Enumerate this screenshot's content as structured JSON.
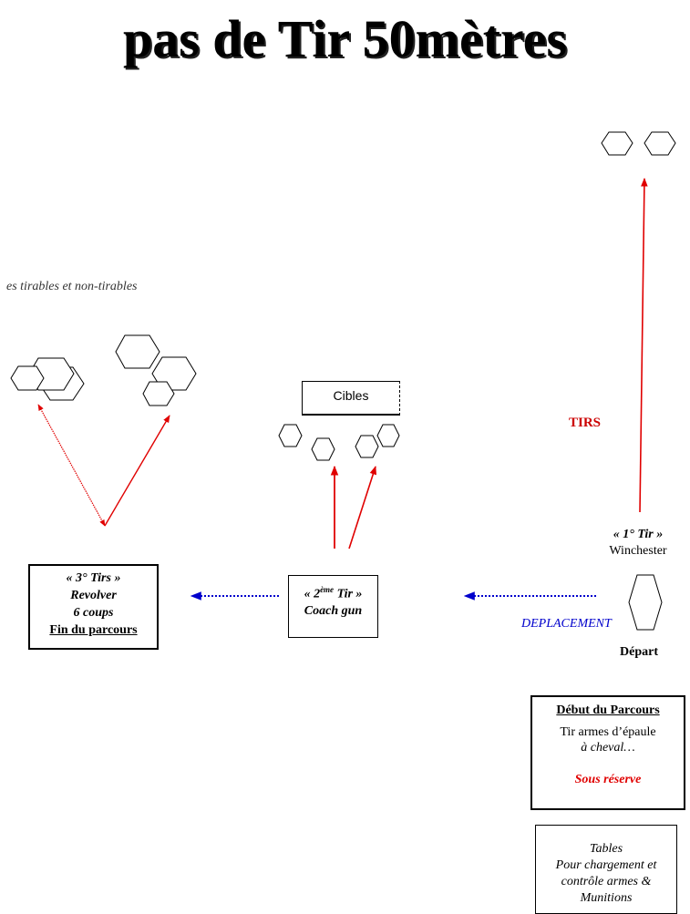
{
  "title": "pas de Tir 50mètres",
  "targets_note": "es tirables et non-tirables",
  "cibles_label": "Cibles",
  "tirs_label": "TIRS",
  "first_shot": {
    "line1": "« 1° Tir »",
    "line2": "Winchester"
  },
  "second_shot": {
    "prefix": "« 2",
    "sup": "ème",
    "suffix": " Tir »",
    "line2": "Coach gun"
  },
  "third_shot": {
    "line1": "« 3° Tirs »",
    "line2": "Revolver",
    "line3": "6 coups",
    "line4": "Fin du parcours"
  },
  "deplacement_label": "DEPLACEMENT",
  "depart_label": "Départ",
  "debut_box": {
    "title": "Début du Parcours",
    "line1": "Tir armes d’épaule",
    "line2": "à cheval…",
    "reserve": "Sous réserve"
  },
  "tables_box": {
    "line1": "Tables",
    "line2": "Pour chargement et",
    "line3": "contrôle armes &",
    "line4": "Munitions"
  },
  "colors": {
    "shot_arrow": "#e00000",
    "move_arrow": "#0000cc",
    "tirs_text": "#cc0000",
    "deplacement_text": "#0000cc"
  }
}
